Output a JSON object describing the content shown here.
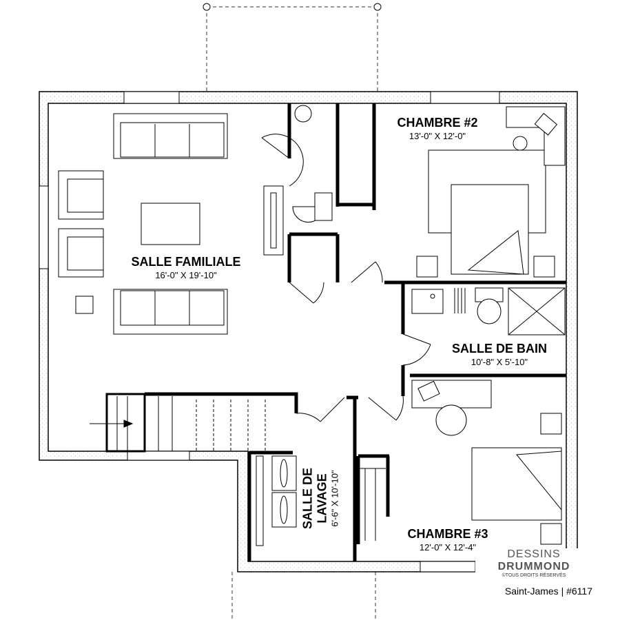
{
  "rooms": {
    "salle_familiale": {
      "name": "SALLE FAMILIALE",
      "dim": "16'-0\" X 19'-10\""
    },
    "chambre2": {
      "name": "CHAMBRE #2",
      "dim": "13'-0\" X 12'-0\""
    },
    "salle_de_bain": {
      "name": "SALLE DE BAIN",
      "dim": "10'-8\" X 5'-10\""
    },
    "salle_de_lavage": {
      "name1": "SALLE DE",
      "name2": "LAVAGE",
      "dim": "6'-6\" X 10'-10\""
    },
    "chambre3": {
      "name": "CHAMBRE #3",
      "dim": "12'-0\" X 12'-4\""
    }
  },
  "branding": {
    "logo_line1": "DESSINS",
    "logo_line2": "DRUMMOND",
    "copyright": "©TOUS DROITS RÉSERVÉS",
    "plan_name": "Saint-James | #6117"
  },
  "colors": {
    "wall": "#000000",
    "exterior": "#f4f4f4"
  }
}
